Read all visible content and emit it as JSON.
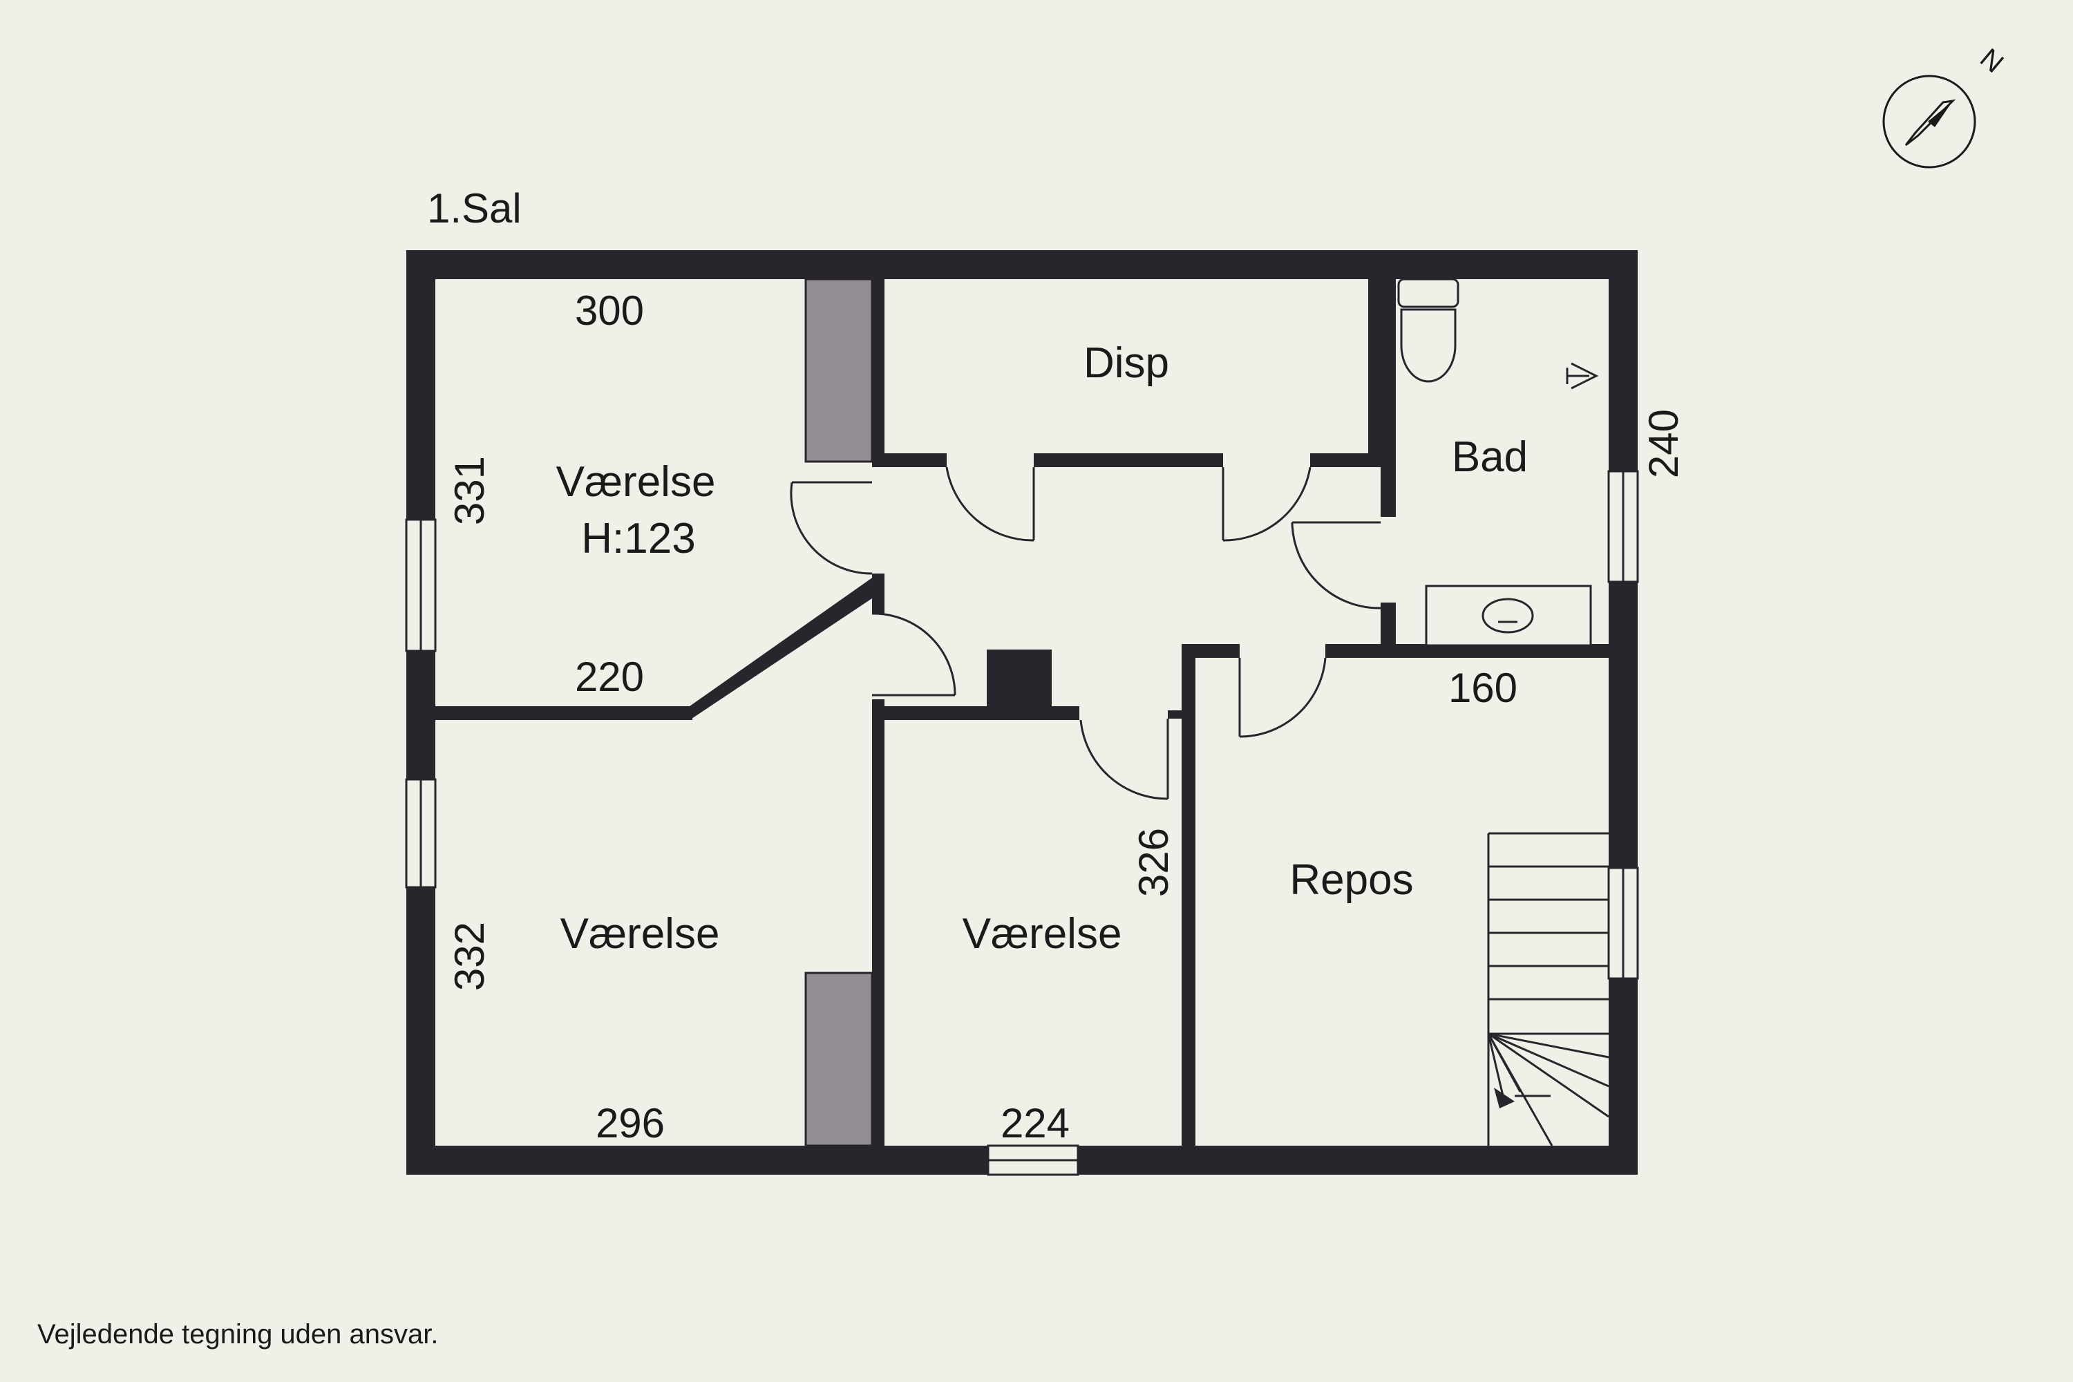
{
  "floor_label": "1.Sal",
  "disclaimer": "Vejledende tegning uden ansvar.",
  "compass": {
    "letter": "N"
  },
  "rooms": {
    "room_a": {
      "name": "Værelse",
      "note": "H:123"
    },
    "room_b": {
      "name": "Værelse"
    },
    "room_c": {
      "name": "Værelse"
    },
    "disp": {
      "name": "Disp"
    },
    "bad": {
      "name": "Bad"
    },
    "repos": {
      "name": "Repos"
    }
  },
  "dimensions": {
    "d300": "300",
    "d331": "331",
    "d220": "220",
    "d332": "332",
    "d296": "296",
    "d224": "224",
    "d326": "326",
    "d160": "160",
    "d240": "240"
  },
  "colors": {
    "background": "#f0f0e8",
    "wall": "#28262c",
    "chimney": "#918d92"
  }
}
